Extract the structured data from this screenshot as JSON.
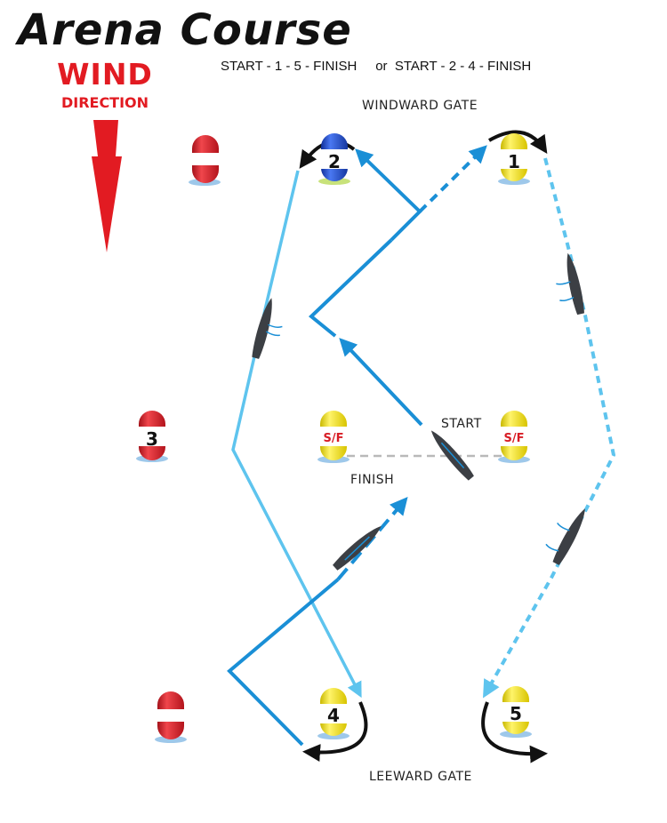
{
  "title": "Arena Course",
  "subtitle": "START - 1 - 5 - FINISH     or  START - 2 - 4 - FINISH",
  "wind": {
    "line1": "WIND",
    "line2": "DIRECTION",
    "arrow_color": "#e21b22"
  },
  "labels": {
    "windward_gate": "WINDWARD GATE",
    "leeward_gate": "LEEWARD GATE",
    "start": "START",
    "finish": "FINISH"
  },
  "marks": {
    "m1": "1",
    "m2": "2",
    "m3": "3",
    "m4": "4",
    "m5": "5",
    "sf": "S/F"
  },
  "colors": {
    "route_a": "#5ec4ee",
    "route_b": "#1a8fd6",
    "buoy_yellow": "#f3e21a",
    "buoy_red": "#d81c24",
    "buoy_blue": "#1c49c8",
    "boat": "#3c3f44"
  }
}
